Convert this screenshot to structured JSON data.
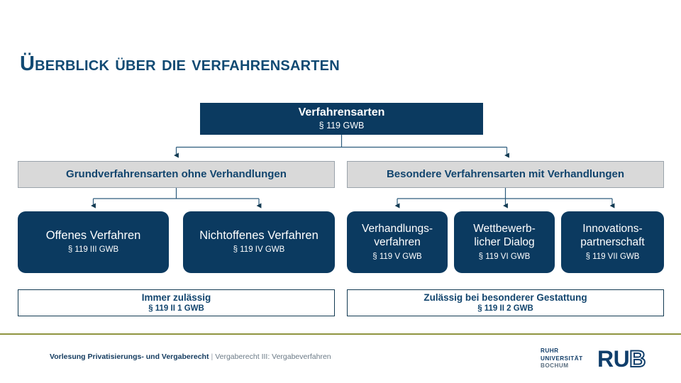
{
  "slide": {
    "title": "Überblick über die Verfahrensarten",
    "accent_navy": "#0b3a60",
    "accent_title": "#114a73",
    "accent_gray": "#d9d9d9",
    "accent_olive": "#8f9440"
  },
  "diagram": {
    "root": {
      "title": "Verfahrensarten",
      "sub": "§ 119 GWB"
    },
    "groups": [
      {
        "title": "Grundverfahrensarten ohne Verhandlungen"
      },
      {
        "title": "Besondere Verfahrensarten mit Verhandlungen"
      }
    ],
    "procedures_left": [
      {
        "title": "Offenes Verfahren",
        "sub": "§ 119 III GWB"
      },
      {
        "title": "Nichtoffenes Verfahren",
        "sub": "§ 119 IV GWB"
      }
    ],
    "procedures_right": [
      {
        "line1": "Verhandlungs-",
        "line2": "verfahren",
        "sub": "§ 119 V GWB"
      },
      {
        "line1": "Wettbewerb-",
        "line2": "licher Dialog",
        "sub": "§ 119 VI GWB"
      },
      {
        "line1": "Innovations-",
        "line2": "partnerschaft",
        "sub": "§ 119 VII GWB"
      }
    ],
    "notes": [
      {
        "title": "Immer zulässig",
        "sub": "§ 119 II 1 GWB"
      },
      {
        "title": "Zulässig bei besonderer Gestattung",
        "sub": "§ 119 II 2 GWB"
      }
    ]
  },
  "footer": {
    "course": "Vorlesung Privatisierungs- und Vergaberecht",
    "separator": "|",
    "topic": "Vergaberecht III: Vergabeverfahren"
  },
  "logo": {
    "line1": "RUHR",
    "line2": "UNIVERSITÄT",
    "line3": "BOCHUM",
    "mark_solid": "RU",
    "mark_outline": "B"
  }
}
